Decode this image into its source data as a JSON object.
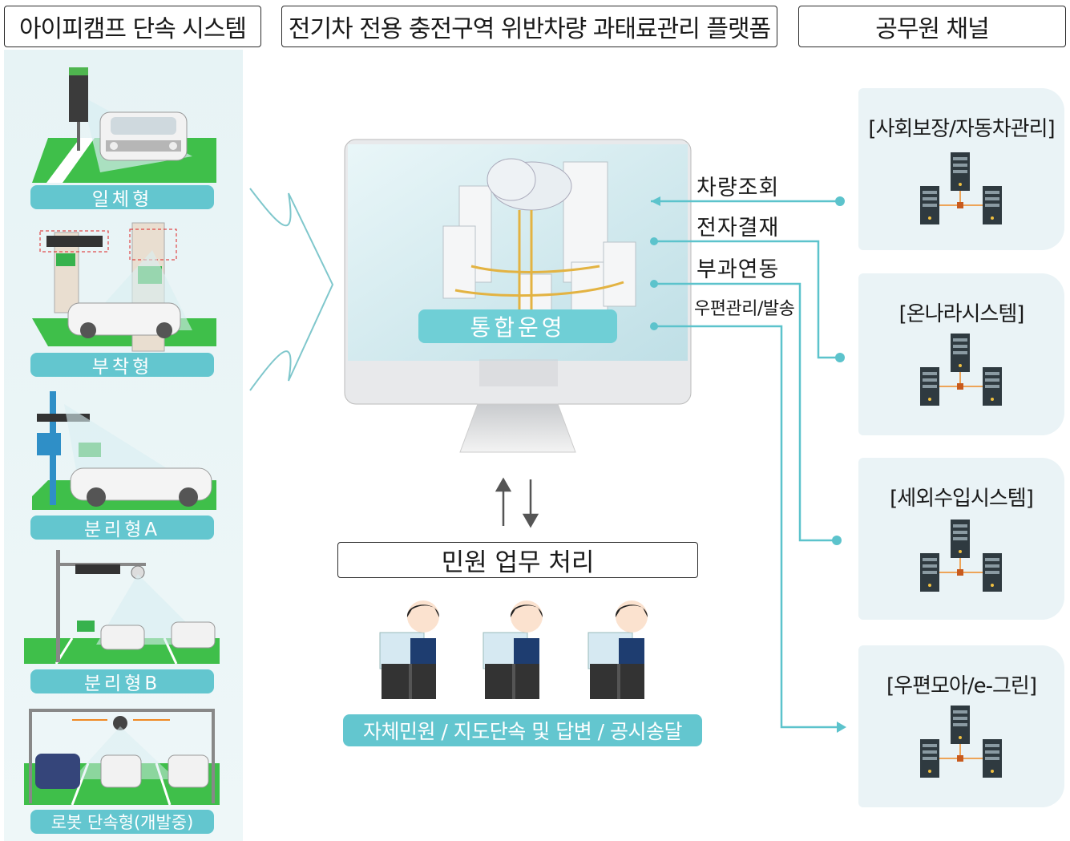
{
  "headers": {
    "left": "아이피캠프 단속 시스템",
    "center": "전기차 전용 충전구역 위반차량 과태료관리 플랫폼",
    "right": "공무원 채널"
  },
  "enforcement_types": [
    {
      "label": "일체형"
    },
    {
      "label": "부착형"
    },
    {
      "label": "분리형A"
    },
    {
      "label": "분리형B"
    },
    {
      "label": "로봇 단속형(개발중)"
    }
  ],
  "platform": {
    "center_label": "통합운영",
    "links": [
      "차량조회",
      "전자결재",
      "부과연동",
      "우편관리/발송"
    ]
  },
  "civil": {
    "title": "민원 업무 처리",
    "tasks": "자체민원 / 지도단속 및 답변 / 공시송달"
  },
  "channels": [
    {
      "name": "[사회보장/자동차관리]"
    },
    {
      "name": "[온나라시스템]"
    },
    {
      "name": "[세외수입시스템]"
    },
    {
      "name": "[우편모아/e-그린]"
    }
  ],
  "colors": {
    "accent": "#63c6cf",
    "line": "#5cc3cc",
    "server": "#2f3a40",
    "parking": "#3fbf4a"
  }
}
